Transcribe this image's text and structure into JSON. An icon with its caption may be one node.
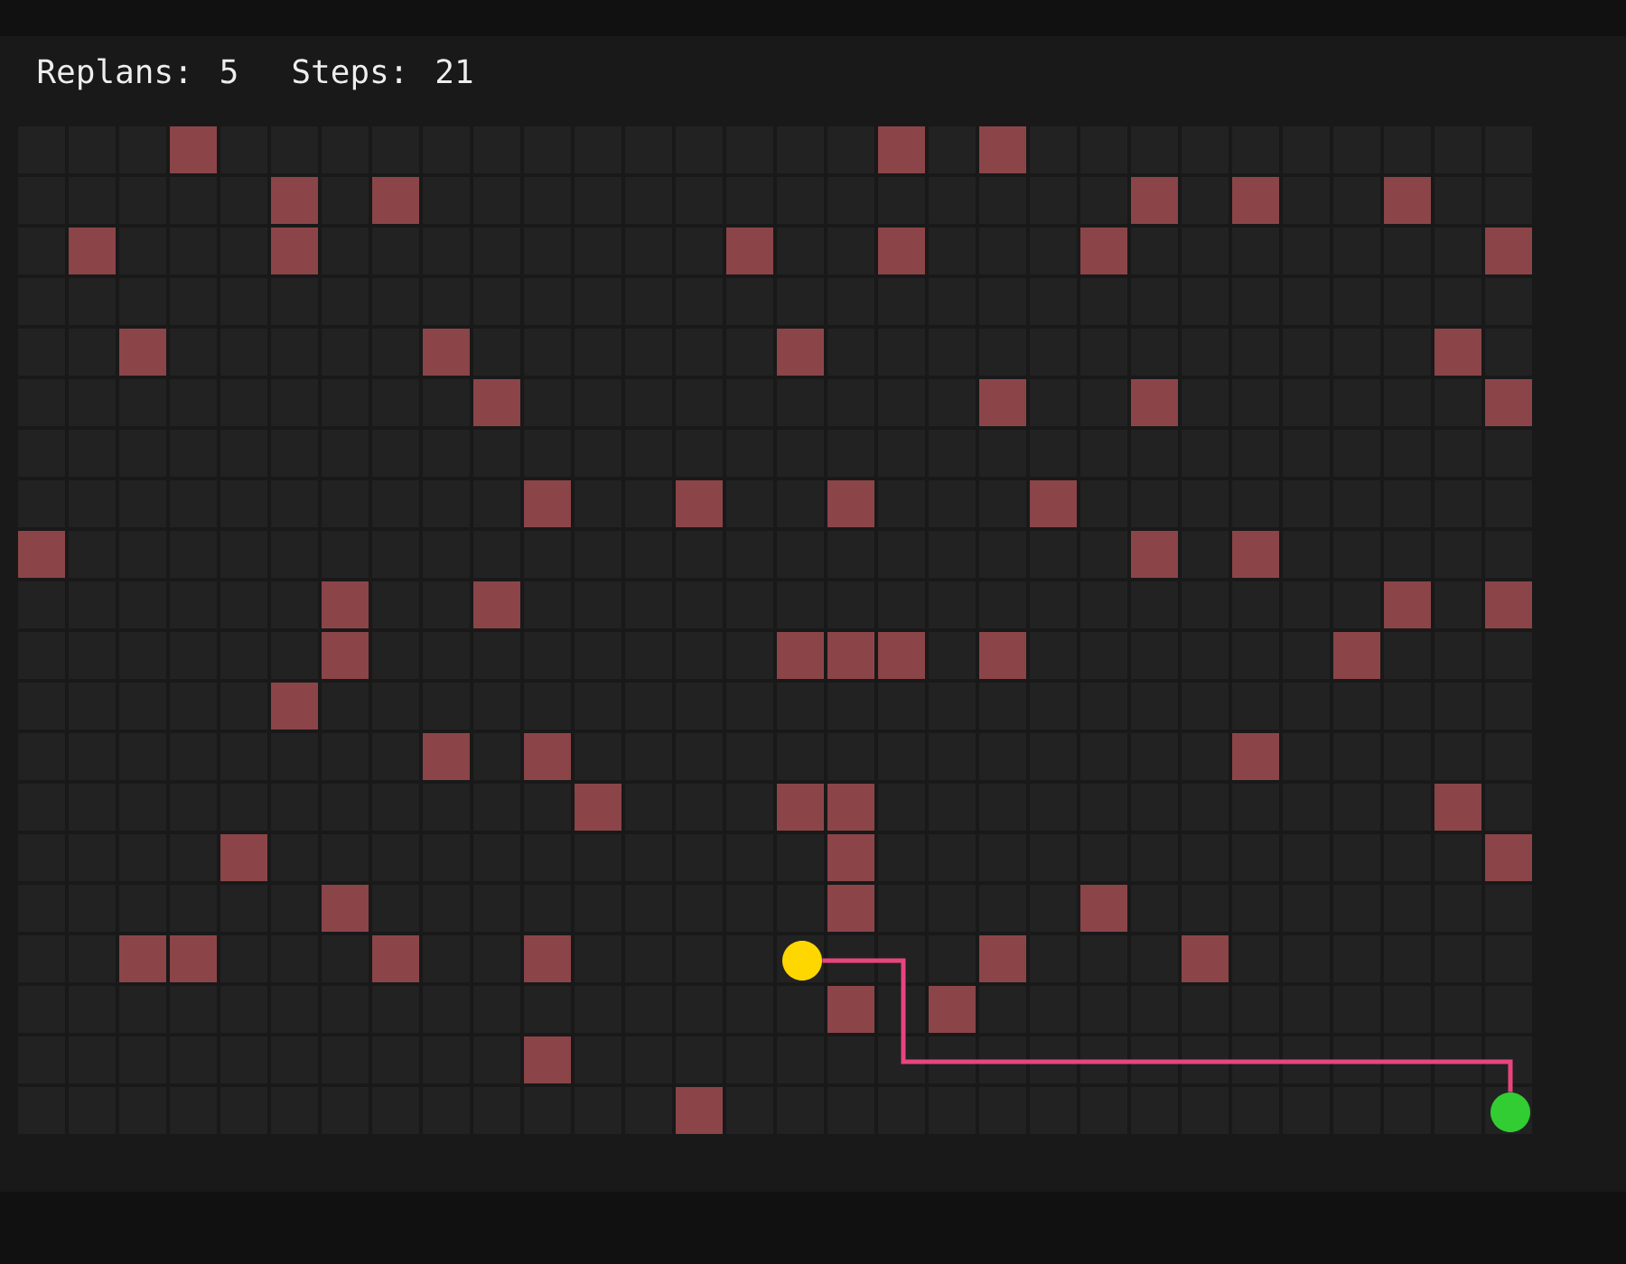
{
  "diagram": {
    "nodes": [
      {
        "text": [],
        "shape": "circle"
      },
      {
        "text": [],
        "shape": "circle"
      }
    ],
    "edges": [
      {
        "from": 0,
        "to": 1,
        "arrow": "none",
        "color": "#e8457f"
      }
    ],
    "labels": [
      "Replans: 5",
      "Steps: 21"
    ]
  }
}
